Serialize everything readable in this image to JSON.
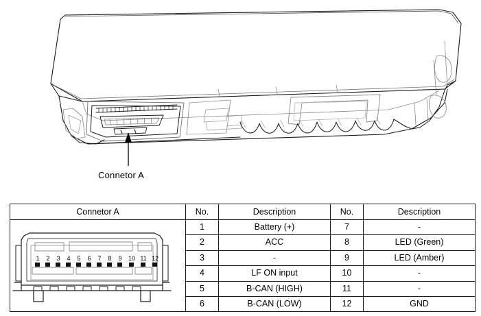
{
  "illustration": {
    "name": "smart-key-control-module",
    "callout": {
      "label": "Connetor A",
      "pointer": "arrow-up"
    }
  },
  "table": {
    "headers": {
      "connector": "Connetor A",
      "no_left": "No.",
      "description_left": "Description",
      "no_right": "No.",
      "description_right": "Description"
    },
    "rows": [
      {
        "no_left": "1",
        "desc_left": "Battery (+)",
        "no_right": "7",
        "desc_right": "-"
      },
      {
        "no_left": "2",
        "desc_left": "ACC",
        "no_right": "8",
        "desc_right": "LED (Green)"
      },
      {
        "no_left": "3",
        "desc_left": "-",
        "no_right": "9",
        "desc_right": "LED (Amber)"
      },
      {
        "no_left": "4",
        "desc_left": "LF ON input",
        "no_right": "10",
        "desc_right": "-"
      },
      {
        "no_left": "5",
        "desc_left": "B-CAN (HIGH)",
        "no_right": "11",
        "desc_right": "-"
      },
      {
        "no_left": "6",
        "desc_left": "B-CAN (LOW)",
        "no_right": "12",
        "desc_right": "GND"
      }
    ]
  },
  "connector_diagram": {
    "pins": [
      "1",
      "2",
      "3",
      "4",
      "5",
      "6",
      "7",
      "8",
      "9",
      "10",
      "11",
      "12"
    ],
    "pin_count": 12
  },
  "colors": {
    "line": "#1a1a1a",
    "line_light": "#9a9a9a",
    "pin_fill": "#111111",
    "background": "#ffffff"
  }
}
